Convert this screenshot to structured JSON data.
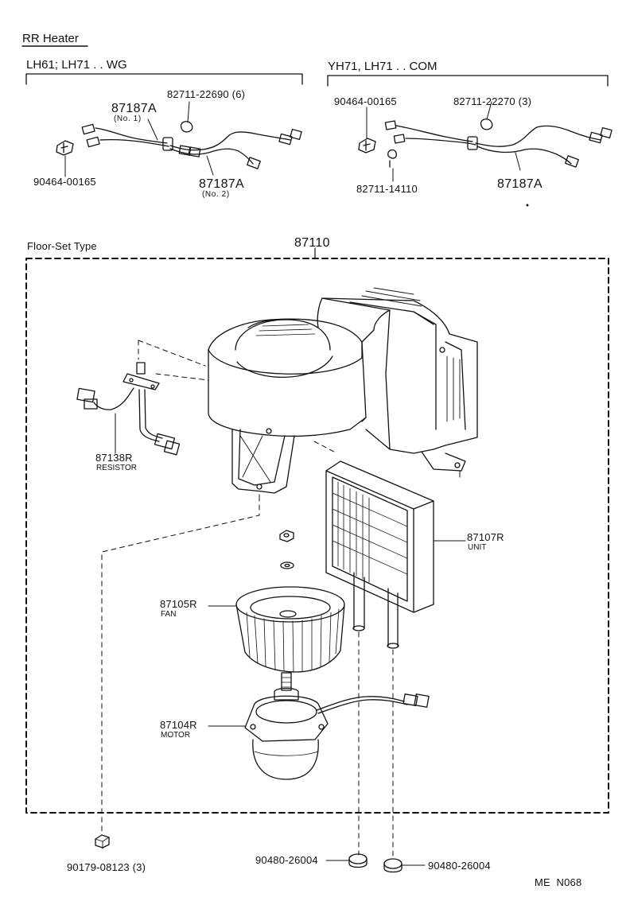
{
  "header": {
    "title": "RR Heater"
  },
  "variants": {
    "left": {
      "label": "LH61; LH71 . . WG",
      "parts": {
        "clip": "82711-22690 (6)",
        "harness_no1": "87187A",
        "harness_no1_note": "(No. 1)",
        "grommet": "90464-00165",
        "harness_no2": "87187A",
        "harness_no2_note": "(No. 2)"
      }
    },
    "right": {
      "label": "YH71, LH71 . . COM",
      "parts": {
        "grommet": "90464-00165",
        "clip": "82711-22270 (3)",
        "clip2": "82711-14110",
        "harness": "87187A"
      }
    }
  },
  "assembly": {
    "type_label": "Floor-Set Type",
    "number": "87110",
    "parts": {
      "resistor": {
        "number": "87138R",
        "name": "RESISTOR"
      },
      "unit": {
        "number": "87107R",
        "name": "UNIT"
      },
      "fan": {
        "number": "87105R",
        "name": "FAN"
      },
      "motor": {
        "number": "87104R",
        "name": "MOTOR"
      }
    }
  },
  "hardware": {
    "nut": "90179-08123 (3)",
    "grommet_left": "90480-26004",
    "grommet_right": "90480-26004"
  },
  "footer": {
    "code": "ME  N068"
  }
}
